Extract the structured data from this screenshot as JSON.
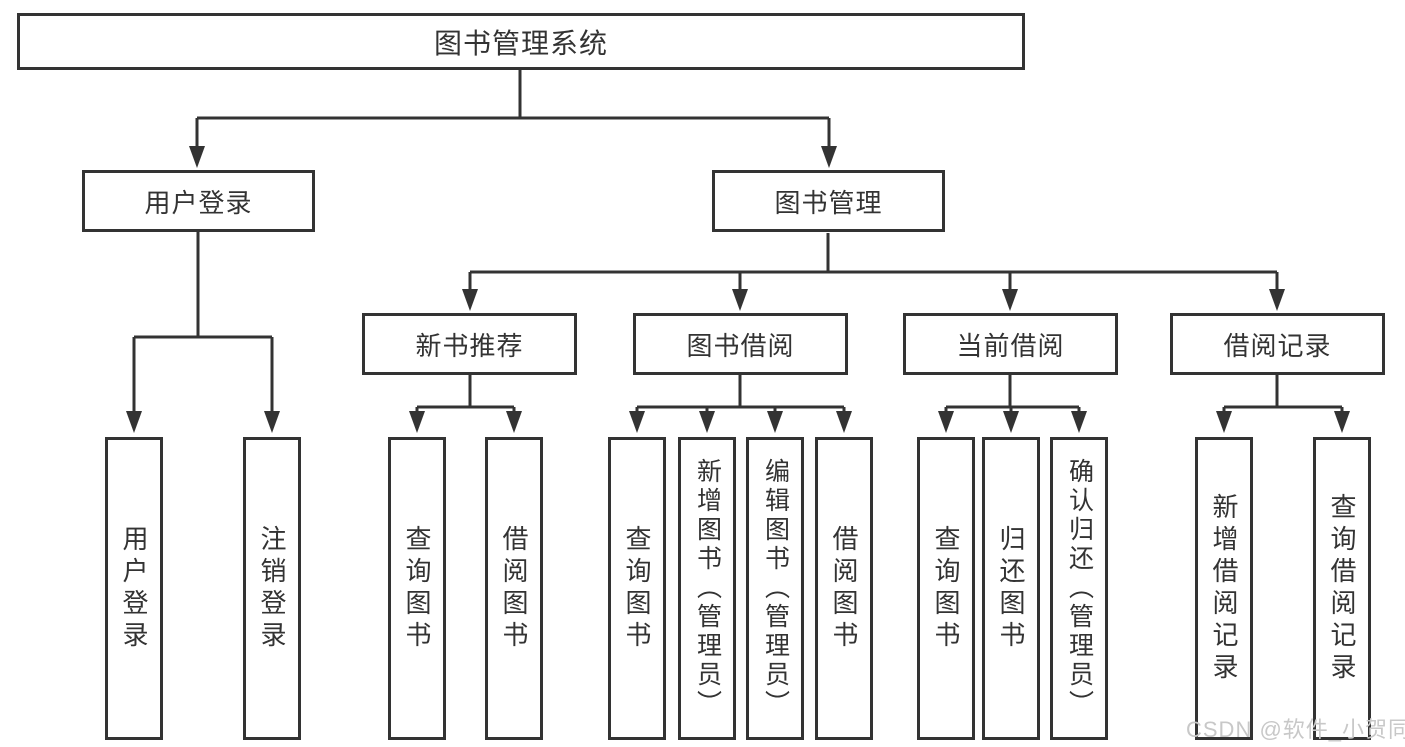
{
  "diagram": {
    "title": "图书管理系统",
    "line_color": "#333333",
    "text_color": "#333333",
    "background_color": "#ffffff"
  },
  "nodes": {
    "root": {
      "label": "图书管理系统"
    },
    "level2": {
      "user_login_group": {
        "label": "用户登录"
      },
      "book_management": {
        "label": "图书管理"
      }
    },
    "level3": {
      "new_book_recommendation": {
        "label": "新书推荐"
      },
      "book_borrowing": {
        "label": "图书借阅"
      },
      "current_borrowing": {
        "label": "当前借阅"
      },
      "borrowing_records": {
        "label": "借阅记录"
      }
    },
    "leaves": [
      {
        "label": "用户登录"
      },
      {
        "label": "注销登录"
      },
      {
        "label": "查询图书"
      },
      {
        "label": "借阅图书"
      },
      {
        "label": "查询图书"
      },
      {
        "label": "新增图书（管理员）"
      },
      {
        "label": "编辑图书（管理员）"
      },
      {
        "label": "借阅图书"
      },
      {
        "label": "查询图书"
      },
      {
        "label": "归还图书"
      },
      {
        "label": "确认归还（管理员）"
      },
      {
        "label": "新增借阅记录"
      },
      {
        "label": "查询借阅记录"
      }
    ]
  },
  "watermark": {
    "text": "CSDN @软件_小贺同学",
    "color": "#c8c8c8"
  }
}
